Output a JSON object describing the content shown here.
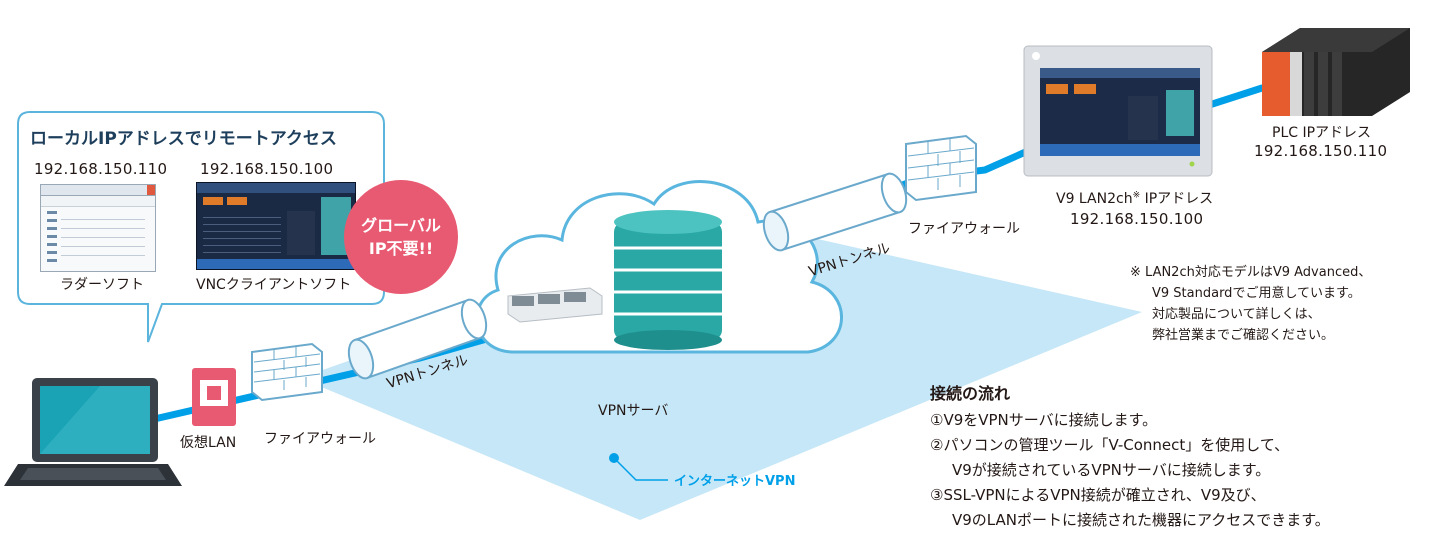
{
  "callout": {
    "title": "ローカルIPアドレスでリモートアクセス",
    "ip_left": "192.168.150.110",
    "ip_right": "192.168.150.100",
    "caption_left": "ラダーソフト",
    "caption_right": "VNCクライアントソフト"
  },
  "badge": {
    "line1": "グローバル",
    "line2": "IP不要!!"
  },
  "labels": {
    "virtual_lan": "仮想LAN",
    "firewall_left": "ファイアウォール",
    "vpn_tunnel_left": "VPNトンネル",
    "vpn_server": "VPNサーバ",
    "vpn_tunnel_right": "VPNトンネル",
    "firewall_right": "ファイアウォール",
    "internet_vpn": "インターネットVPN"
  },
  "v9": {
    "title": "V9 LAN2ch",
    "title_mark": "※",
    "title_suffix": " IPアドレス",
    "ip": "192.168.150.100"
  },
  "plc": {
    "title": "PLC IPアドレス",
    "ip": "192.168.150.110"
  },
  "note": {
    "lines": [
      "※ LAN2ch対応モデルはV9 Advanced、",
      "V9 Standardでご用意しています。",
      "対応製品について詳しくは、",
      "弊社営業までご確認ください。"
    ]
  },
  "flow": {
    "title": "接続の流れ",
    "lines": [
      "①V9をVPNサーバに接続します。",
      "②パソコンの管理ツール「V-Connect」を使用して、",
      "V9が接続されているVPNサーバに接続します。",
      "③SSL-VPNによるVPN接続が確立され、V9及び、",
      "V9のLANポートに接続された機器にアクセスできます。"
    ]
  },
  "colors": {
    "accent_blue": "#00a0e9",
    "plane": "#bfe3f5",
    "tunnel_stroke": "#6aa9cc",
    "badge_pink": "#e85a71",
    "server_teal": "#2aa8a6",
    "callout_border": "#5bb4dc"
  }
}
